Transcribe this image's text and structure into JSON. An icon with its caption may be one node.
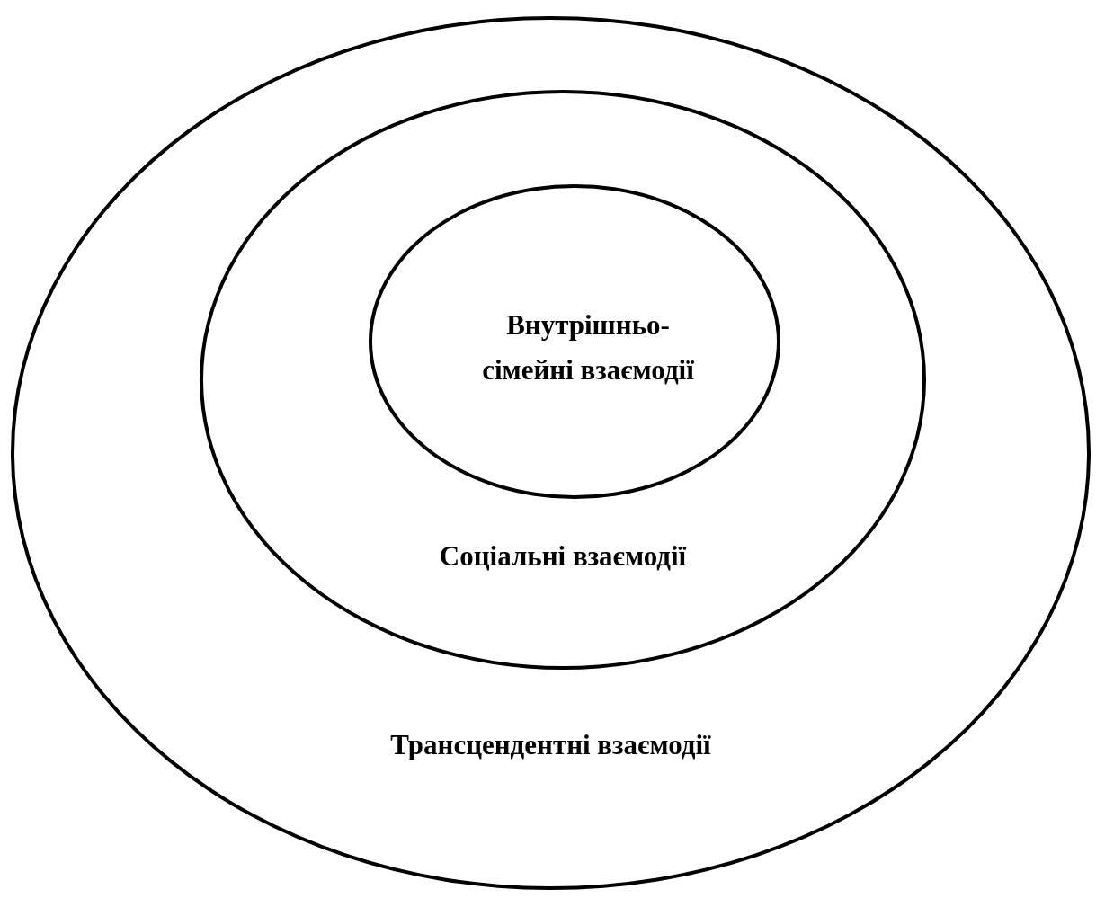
{
  "diagram": {
    "nodes": [
      {
        "text": [
          "Трансцендентні взаємодії"
        ]
      },
      {
        "text": [
          "Соціальні взаємодії"
        ],
        "in": 0
      },
      {
        "text": [
          "Внутрішньо-сімейні взаємодії"
        ],
        "in": 1
      }
    ]
  }
}
